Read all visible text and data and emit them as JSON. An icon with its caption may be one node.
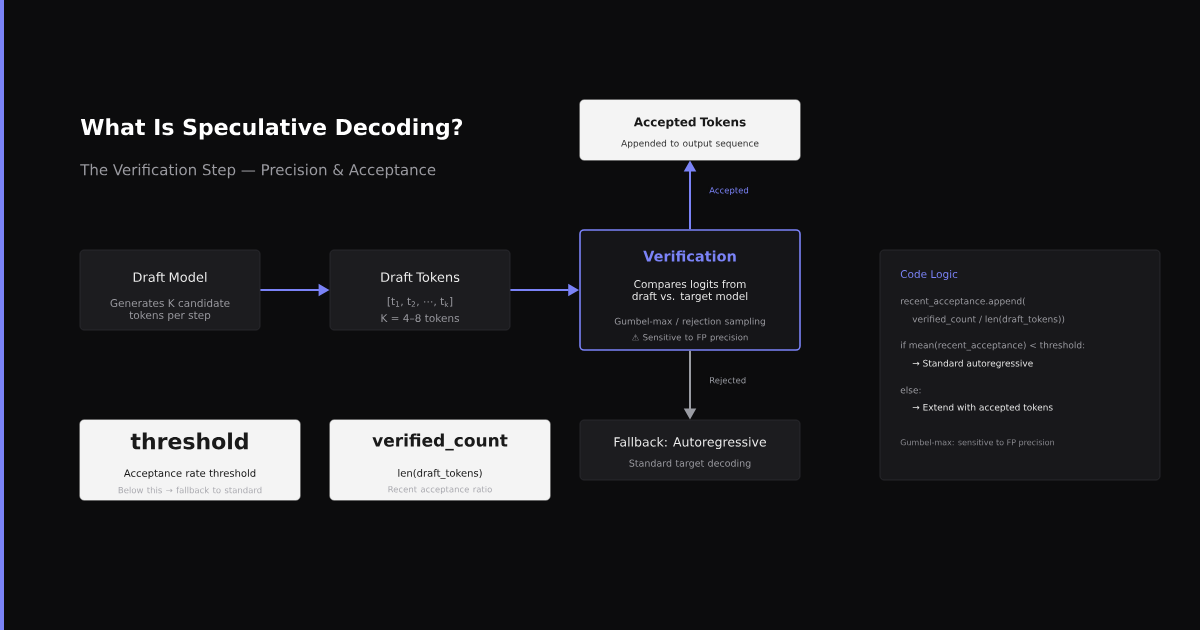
{
  "diagram": {
    "title": "What Is Speculative Decoding?",
    "nodes": [
      {
        "text": [
          "Draft Model",
          "Generates K candidate tokens per step"
        ]
      },
      {
        "text": [
          "Draft Tokens",
          "[t$_{1}$, t$_{2}$, ⋯, t$_{k}$]",
          "K = 4–8 tokens"
        ]
      },
      {
        "text": [
          "Verification",
          "Compares logits from draft vs. target model",
          "Gumbel-max / rejection sampling",
          "⚠ Sensitive to FP precision"
        ]
      },
      {
        "text": [
          "Accepted Tokens",
          "Appended to output sequence"
        ]
      },
      {
        "text": [
          "Fallback: Autoregressive",
          "Standard target decoding"
        ]
      },
      {
        "text": [
          "threshold",
          "Acceptance rate threshold",
          "Below this → fallback to standard"
        ]
      },
      {
        "text": [
          "verified_count",
          "len(draft_tokens)",
          "Recent acceptance ratio"
        ]
      },
      {
        "text": [
          "Code Logic",
          "recent_acceptance.append(",
          "verified_count / len(draft_tokens))",
          "if mean(recent_acceptance) < threshold:",
          "→ Standard autoregressive",
          "else:",
          "→ Extend with accepted tokens",
          "Gumbel-max: sensitive to FP precision"
        ]
      }
    ],
    "edges": [
      {
        "from": 0,
        "to": 1,
        "arrow": "to"
      },
      {
        "from": 1,
        "to": 2,
        "arrow": "to"
      },
      {
        "from": 2,
        "to": 3,
        "arrow": "to",
        "label": "Accepted"
      },
      {
        "from": 2,
        "to": 4,
        "arrow": "to",
        "label": "Rejected",
        "color": "#9a9ca3"
      }
    ],
    "labels": [
      "The Verification Step — Precision & Acceptance"
    ]
  }
}
